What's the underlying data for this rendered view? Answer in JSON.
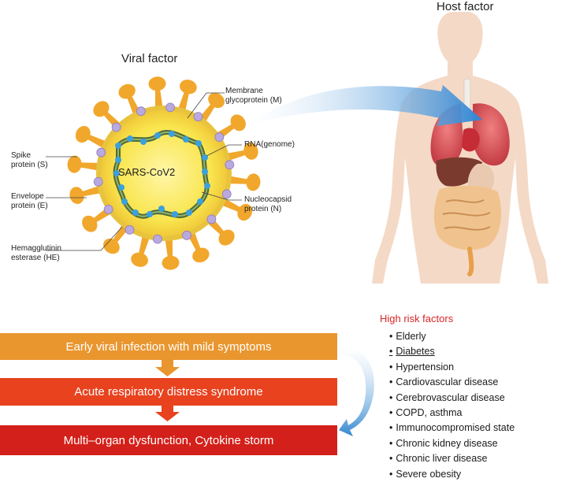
{
  "viral": {
    "title": "Viral factor",
    "center_label": "SARS-CoV2",
    "labels": {
      "membrane_line1": "Membrane",
      "membrane_line2": "glycoprotein (M)",
      "rna": "RNA(genome)",
      "spike_line1": "Spike",
      "spike_line2": "protein (S)",
      "envelope_line1": "Envelope",
      "envelope_line2": "protein (E)",
      "nucleocapsid_line1": "Nucleocapsid",
      "nucleocapsid_line2": "protein (N)",
      "hemagglutinin_line1": "Hemagglutinin",
      "hemagglutinin_line2": "esterase (HE)"
    }
  },
  "host": {
    "title": "Host factor"
  },
  "progression": [
    {
      "label": "Early viral infection with mild symptoms",
      "color": "#e9962f"
    },
    {
      "label": "Acute respiratory distress syndrome",
      "color": "#e8421f"
    },
    {
      "label": "Multi–organ dysfunction, Cytokine storm",
      "color": "#d4201a"
    }
  ],
  "risk": {
    "title": "High risk factors",
    "items": [
      "Elderly",
      "Diabetes",
      "Hypertension",
      "Cardiovascular disease",
      "Cerebrovascular disease",
      "COPD, asthma",
      "Immunocompromised state",
      "Chronic kidney disease",
      "Chronic liver disease",
      "Severe obesity"
    ]
  },
  "colors": {
    "virus_body": "#f7e44a",
    "virus_spike": "#f1a72c",
    "membrane_dot": "#b9a9de",
    "nucleocapsid_dot": "#3ba0dd",
    "rna_strand": "#4f6b3a",
    "arrow_blue": "#3d8ed6",
    "body_skin": "#f4d9c6",
    "lung": "#d6484f"
  }
}
